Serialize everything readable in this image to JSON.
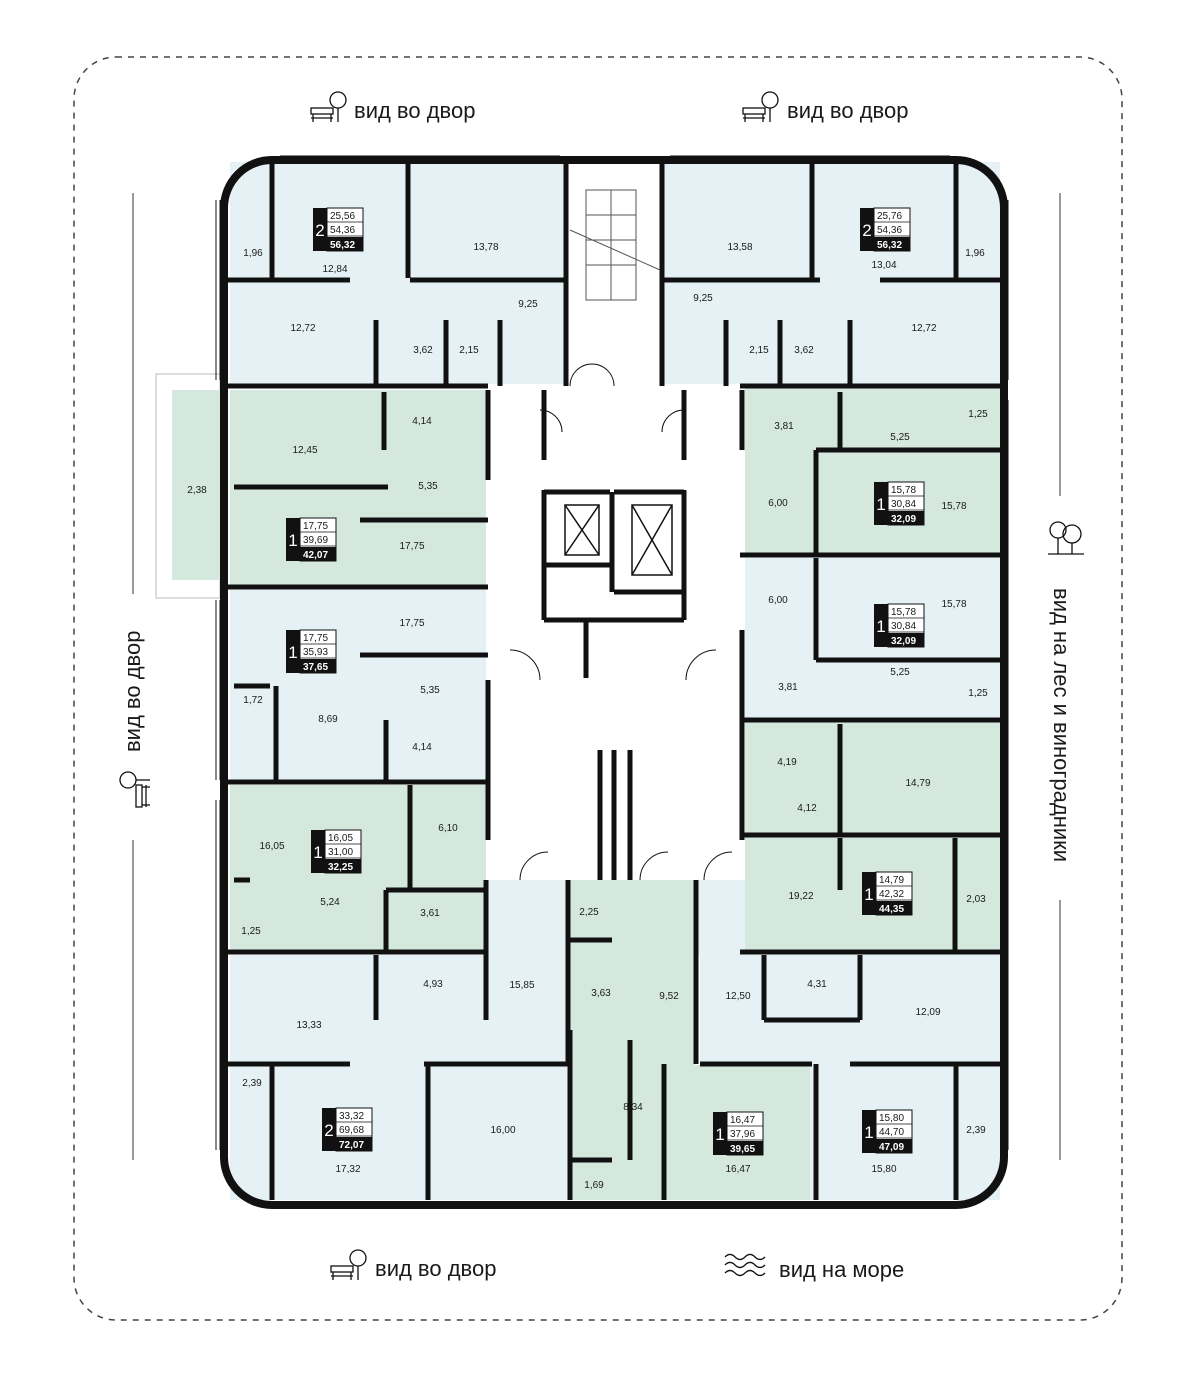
{
  "colors": {
    "blue_apartment": "#e6f1f6",
    "green_apartment": "#d5e8de",
    "wall": "#111111",
    "outline_dashed": "#444444"
  },
  "views": {
    "top_left": {
      "label": "вид во двор",
      "icon": "courtyard-icon"
    },
    "top_right": {
      "label": "вид во двор",
      "icon": "courtyard-icon"
    },
    "left": {
      "label": "вид во двор",
      "icon": "courtyard-icon"
    },
    "right": {
      "label": "вид на лес и виноградники",
      "icon": "forest-icon"
    },
    "bottom_left": {
      "label": "вид во двор",
      "icon": "courtyard-icon"
    },
    "bottom_right": {
      "label": "вид на море",
      "icon": "waves-icon"
    }
  },
  "apartments": [
    {
      "rooms": "2",
      "living": "25,56",
      "total_rooms": "54,36",
      "total": "56,32"
    },
    {
      "rooms": "2",
      "living": "25,76",
      "total_rooms": "54,36",
      "total": "56,32"
    },
    {
      "rooms": "1",
      "living": "17,75",
      "total_rooms": "39,69",
      "total": "42,07"
    },
    {
      "rooms": "1",
      "living": "15,78",
      "total_rooms": "30,84",
      "total": "32,09"
    },
    {
      "rooms": "1",
      "living": "17,75",
      "total_rooms": "35,93",
      "total": "37,65"
    },
    {
      "rooms": "1",
      "living": "15,78",
      "total_rooms": "30,84",
      "total": "32,09"
    },
    {
      "rooms": "1",
      "living": "16,05",
      "total_rooms": "31,00",
      "total": "32,25"
    },
    {
      "rooms": "1",
      "living": "14,79",
      "total_rooms": "42,32",
      "total": "44,35"
    },
    {
      "rooms": "2",
      "living": "33,32",
      "total_rooms": "69,68",
      "total": "72,07"
    },
    {
      "rooms": "1",
      "living": "16,47",
      "total_rooms": "37,96",
      "total": "39,65"
    },
    {
      "rooms": "1",
      "living": "15,80",
      "total_rooms": "44,70",
      "total": "47,09"
    }
  ],
  "room_areas": [
    "1,96",
    "12,84",
    "13,78",
    "13,58",
    "13,04",
    "1,96",
    "12,72",
    "3,62",
    "2,15",
    "9,25",
    "9,25",
    "2,15",
    "3,62",
    "12,72",
    "4,14",
    "12,45",
    "5,35",
    "2,38",
    "17,75",
    "3,81",
    "1,25",
    "5,25",
    "6,00",
    "15,78",
    "17,75",
    "5,35",
    "1,72",
    "8,69",
    "4,14",
    "6,00",
    "15,78",
    "5,25",
    "3,81",
    "1,25",
    "4,19",
    "14,79",
    "4,12",
    "16,05",
    "6,10",
    "5,24",
    "1,25",
    "3,61",
    "19,22",
    "2,03",
    "2,25",
    "4,93",
    "15,85",
    "3,63",
    "9,52",
    "12,50",
    "4,31",
    "12,09",
    "13,33",
    "2,39",
    "17,32",
    "16,00",
    "8,34",
    "1,69",
    "16,47",
    "2,39",
    "15,80"
  ]
}
